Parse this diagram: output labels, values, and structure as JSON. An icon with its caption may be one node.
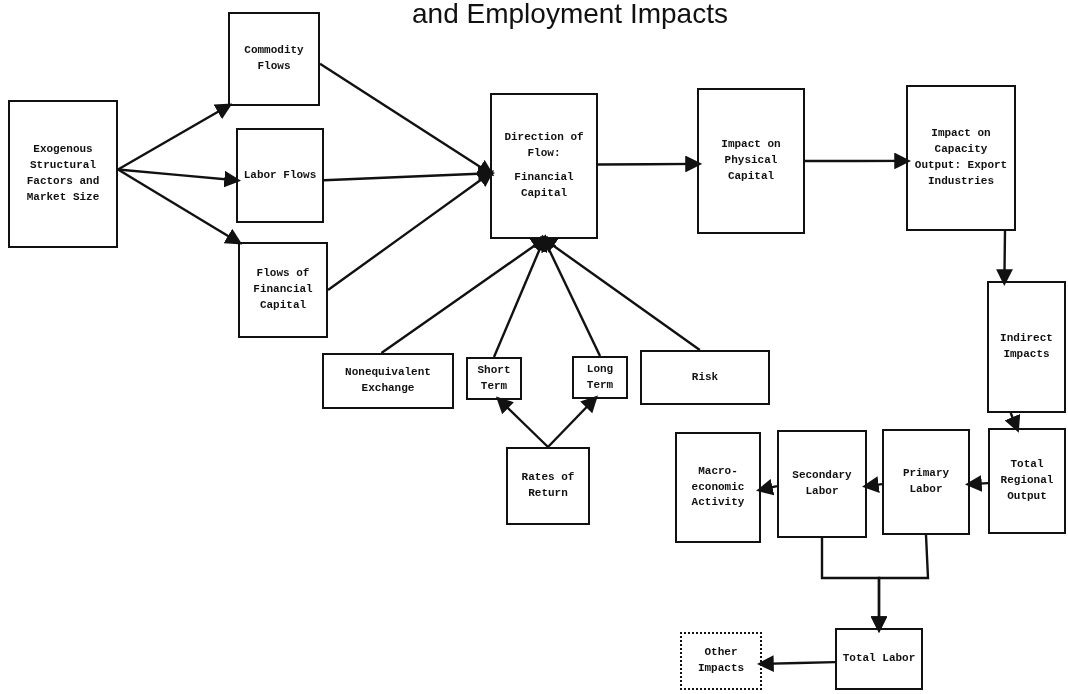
{
  "diagram": {
    "title": "and Employment Impacts",
    "nodes": [
      {
        "text": [
          "Exogenous Structural Factors and Market Size"
        ]
      },
      {
        "text": [
          "Commodity Flows"
        ]
      },
      {
        "text": [
          "Labor Flows"
        ]
      },
      {
        "text": [
          "Flows of Financial Capital"
        ]
      },
      {
        "text": [
          "Direction of Flow:",
          "Financial Capital"
        ]
      },
      {
        "text": [
          "Impact on Physical Capital"
        ]
      },
      {
        "text": [
          "Impact on Capacity Output: Export Industries"
        ]
      },
      {
        "text": [
          "Indirect Impacts"
        ]
      },
      {
        "text": [
          "Nonequivalent Exchange"
        ]
      },
      {
        "text": [
          "Short Term"
        ]
      },
      {
        "text": [
          "Long Term"
        ]
      },
      {
        "text": [
          "Risk"
        ]
      },
      {
        "text": [
          "Rates of Return"
        ]
      },
      {
        "text": [
          "Macro-economic Activity"
        ]
      },
      {
        "text": [
          "Secondary Labor"
        ]
      },
      {
        "text": [
          "Primary Labor"
        ]
      },
      {
        "text": [
          "Total Regional Output"
        ]
      },
      {
        "text": [
          "Total Labor"
        ]
      },
      {
        "text": [
          "Other Impacts"
        ]
      }
    ],
    "edges": [
      {
        "from": 0,
        "to": 1,
        "arrow": "to"
      },
      {
        "from": 0,
        "to": 2,
        "arrow": "to"
      },
      {
        "from": 0,
        "to": 3,
        "arrow": "to"
      },
      {
        "from": 1,
        "to": 4,
        "arrow": "to"
      },
      {
        "from": 2,
        "to": 4,
        "arrow": "to"
      },
      {
        "from": 3,
        "to": 4,
        "arrow": "to"
      },
      {
        "from": 4,
        "to": 5,
        "arrow": "to"
      },
      {
        "from": 5,
        "to": 6,
        "arrow": "to"
      },
      {
        "from": 6,
        "to": 7,
        "arrow": "to"
      },
      {
        "from": 7,
        "to": 16,
        "arrow": "to"
      },
      {
        "from": 8,
        "to": 4,
        "arrow": "to"
      },
      {
        "from": 9,
        "to": 4,
        "arrow": "to"
      },
      {
        "from": 10,
        "to": 4,
        "arrow": "to"
      },
      {
        "from": 11,
        "to": 4,
        "arrow": "to"
      },
      {
        "from": 12,
        "to": 9,
        "arrow": "to"
      },
      {
        "from": 12,
        "to": 10,
        "arrow": "to"
      },
      {
        "from": 16,
        "to": 15,
        "arrow": "to"
      },
      {
        "from": 15,
        "to": 14,
        "arrow": "to"
      },
      {
        "from": 14,
        "to": 13,
        "arrow": "to"
      },
      {
        "from": 14,
        "to": 17,
        "arrow": "to"
      },
      {
        "from": 15,
        "to": 17,
        "arrow": "to"
      },
      {
        "from": 17,
        "to": 18,
        "arrow": "to"
      }
    ]
  }
}
